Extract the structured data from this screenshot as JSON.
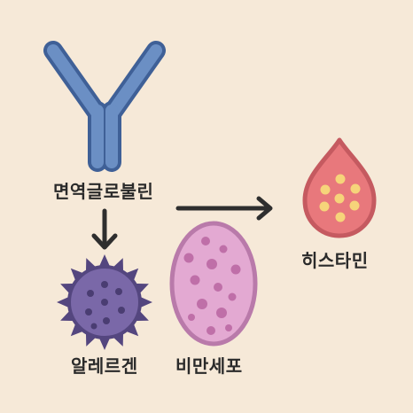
{
  "labels": {
    "immunoglobulin": "면역글로불린",
    "histamine": "히스타민",
    "allergen": "알레르겐",
    "mast_cell": "비만세포"
  },
  "colors": {
    "background": "#f6e9d8",
    "antibody_fill": "#6b8fc4",
    "antibody_stroke": "#3f6097",
    "arrow": "#2e2e2e",
    "histamine_fill": "#e8787c",
    "histamine_stroke": "#c55a60",
    "histamine_granule": "#f6d47a",
    "allergen_fill": "#7a68a8",
    "allergen_stroke": "#54467f",
    "mast_cell_fill": "#e3a9d2",
    "mast_cell_stroke": "#b97aaa",
    "mast_cell_granule": "#bf6fa8"
  },
  "icons": [
    "antibody-icon",
    "histamine-drop-icon",
    "allergen-pollen-icon",
    "mast-cell-icon",
    "arrow-right-icon",
    "arrow-down-icon"
  ]
}
